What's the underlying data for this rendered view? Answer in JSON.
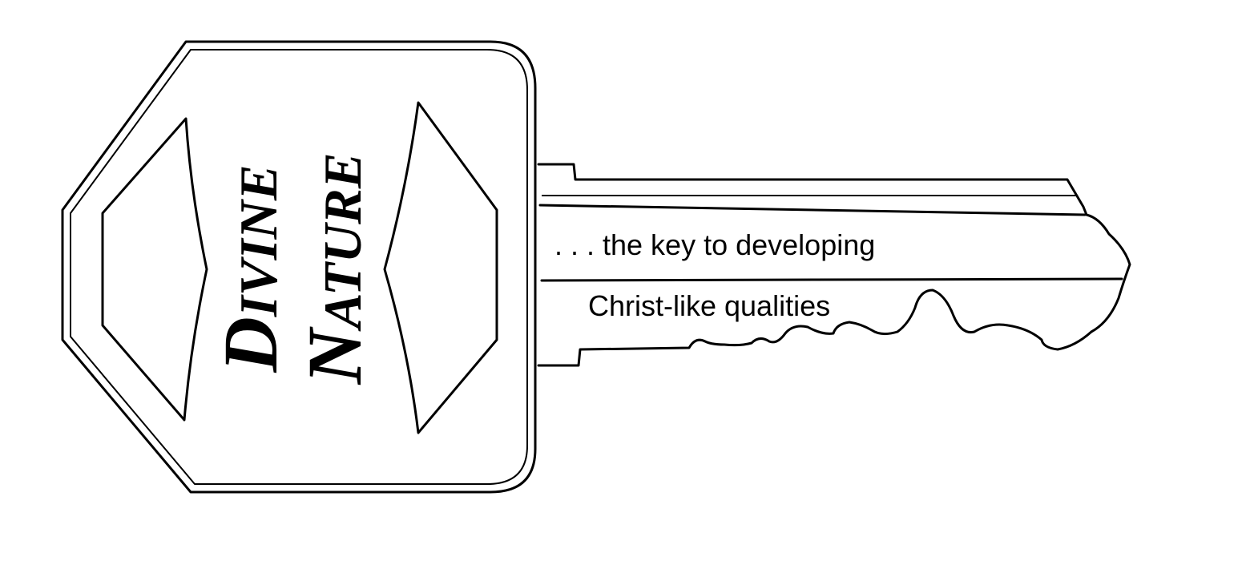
{
  "logo": {
    "title_line1": "Divine",
    "title_line2": "Nature"
  },
  "blade": {
    "tagline_line1": ". . . the key to developing",
    "tagline_line2": "Christ-like qualities"
  },
  "colors": {
    "ink": "#000000",
    "paper": "#ffffff"
  }
}
